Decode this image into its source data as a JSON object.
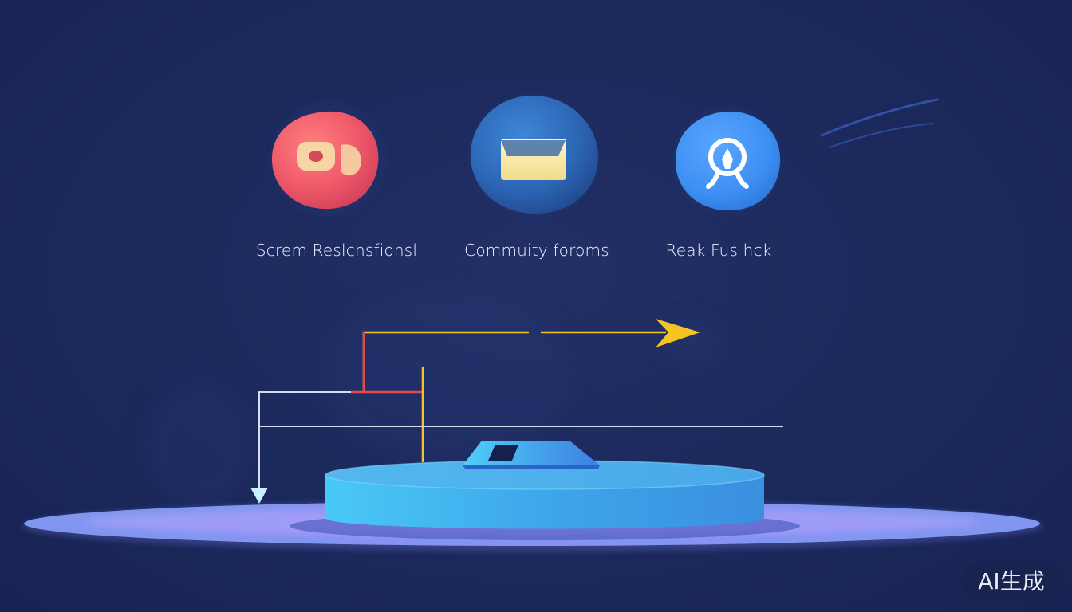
{
  "labels": [
    "Screm Reslcnsfionsl",
    "Commuity foroms",
    "Reak Fus hck"
  ],
  "badge": "AI生成",
  "icons": [
    {
      "name": "chat-bubble-icon",
      "color": "#f05a6a"
    },
    {
      "name": "envelope-icon",
      "color": "#2c66b5"
    },
    {
      "name": "support-agent-icon",
      "color": "#3d8ff2"
    }
  ],
  "colors": {
    "background": "#1c2a5e",
    "platform_top": "#4ab5ee",
    "platform_side": "#3ea6ea",
    "disc": "#8c8ef4",
    "arrow_yellow": "#f5c322",
    "line_red": "#e04a4a",
    "line_light": "#d8dcf2"
  }
}
